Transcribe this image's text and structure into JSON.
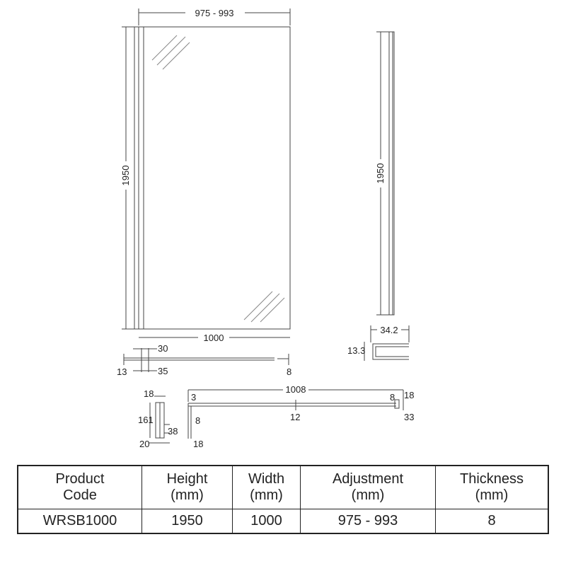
{
  "drawing": {
    "front_top_width": "975 - 993",
    "front_height": "1950",
    "front_bottom_width": "1000",
    "side_height": "1950",
    "channel_width": "34.2",
    "channel_height": "13.3",
    "plan": {
      "d30": "30",
      "d13": "13",
      "d35": "35",
      "d8": "8"
    },
    "bar": {
      "d18a": "18",
      "d161": "161",
      "d38": "38",
      "d20": "20",
      "d1008": "1008",
      "d3": "3",
      "d8a": "8",
      "d12": "12",
      "d18b": "18",
      "d8b": "8",
      "d18c": "18",
      "d33": "33"
    }
  },
  "table": {
    "headers": [
      [
        "Product",
        "Code"
      ],
      [
        "Height",
        "(mm)"
      ],
      [
        "Width",
        "(mm)"
      ],
      [
        "Adjustment",
        "(mm)"
      ],
      [
        "Thickness",
        "(mm)"
      ]
    ],
    "row": [
      "WRSB1000",
      "1950",
      "1000",
      "975 - 993",
      "8"
    ]
  }
}
